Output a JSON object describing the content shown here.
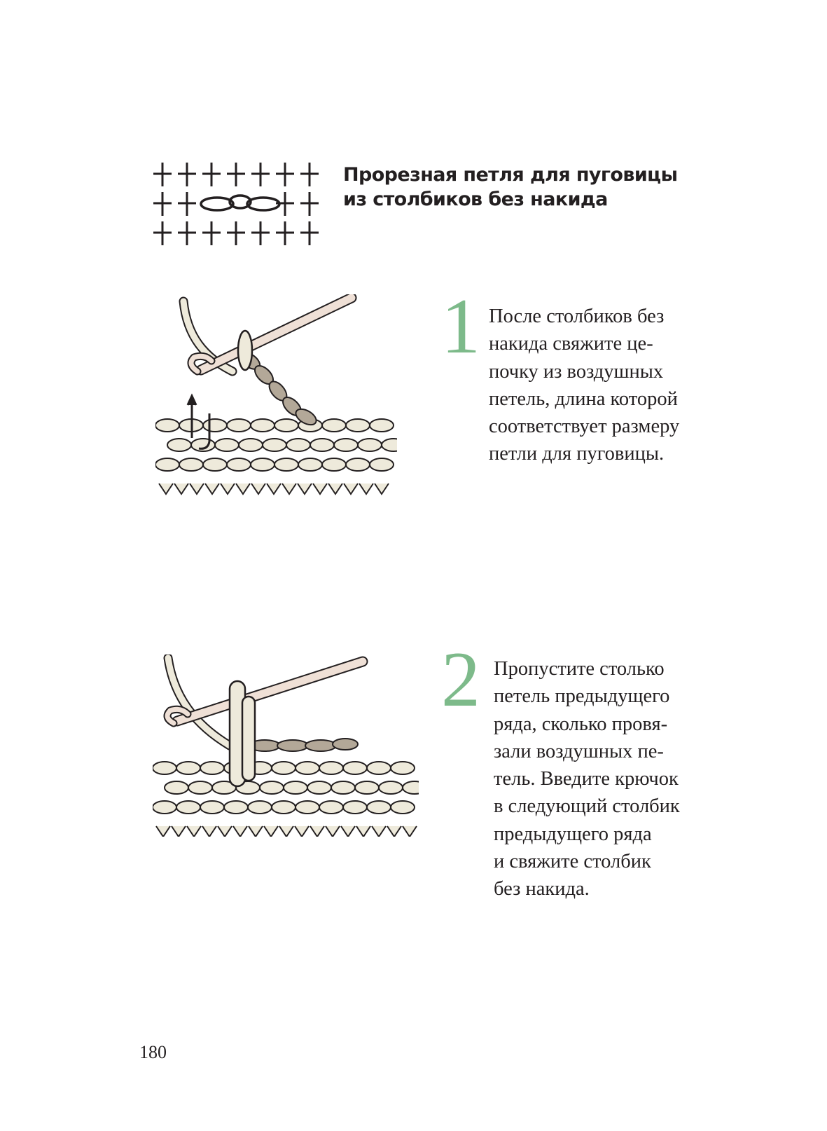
{
  "header": {
    "title_lines": [
      "Прорезная петля для пуговицы",
      "из столбиков без накида"
    ],
    "symbol_chart_icon": "crochet-chart-icon"
  },
  "steps": [
    {
      "number": "1",
      "lines": [
        "После столбиков без",
        "накида свяжите це-",
        "почку из воздушных",
        "петель, длина которой",
        "соответствует размеру",
        "петли для пуговицы."
      ]
    },
    {
      "number": "2",
      "lines": [
        "Пропустите столько",
        "петель предыдущего",
        "ряда, сколько провя-",
        "зали воздушных пе-",
        "тель. Введите крючок",
        "в следующий столбик",
        "предыдущего ряда",
        "и свяжите столбик",
        "без накида."
      ]
    }
  ],
  "page_number": "180",
  "colors": {
    "accent_green": "#7dba8a",
    "yarn": "#eeeadb",
    "chain": "#b3a898",
    "hook": "#efe0d6"
  }
}
